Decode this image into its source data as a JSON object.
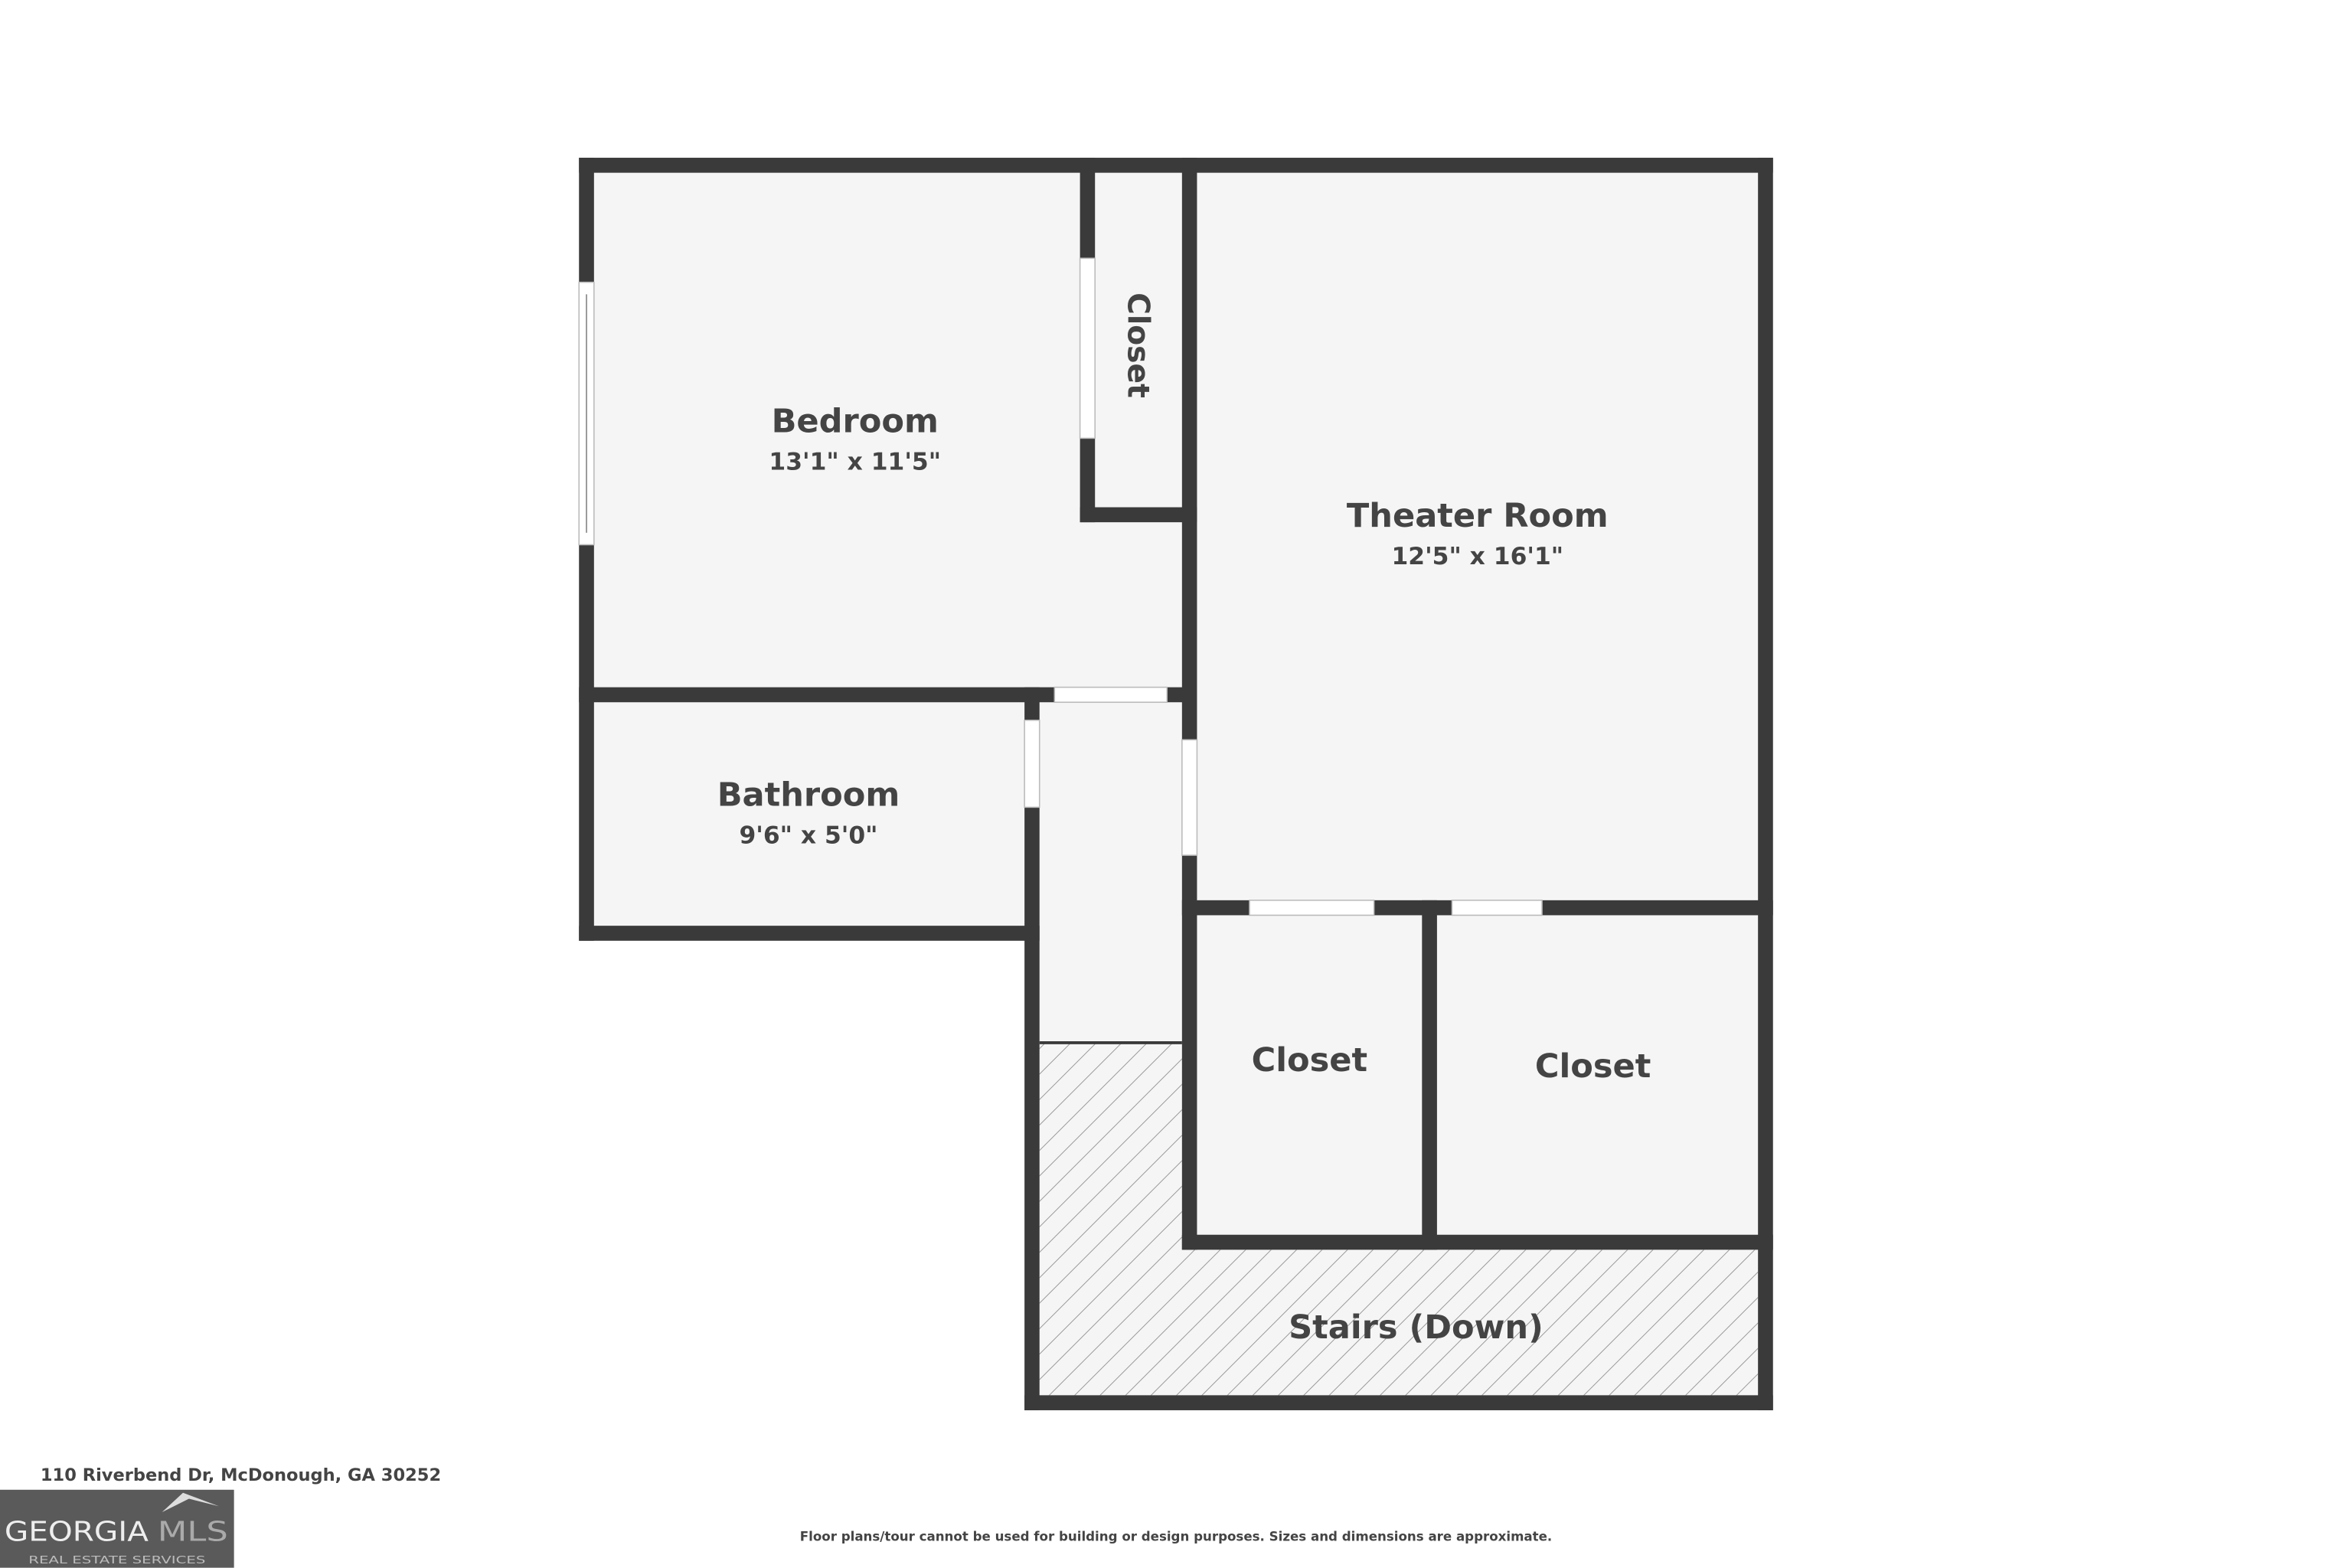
{
  "rooms": {
    "bedroom": {
      "name": "Bedroom",
      "dims": "13'1\" x 11'5\""
    },
    "closet_top": {
      "name": "Closet"
    },
    "theater": {
      "name": "Theater Room",
      "dims": "12'5\" x 16'1\""
    },
    "bathroom": {
      "name": "Bathroom",
      "dims": "9'6\" x 5'0\""
    },
    "closet_left": {
      "name": "Closet"
    },
    "closet_right": {
      "name": "Closet"
    },
    "stairs": {
      "name": "Stairs (Down)"
    }
  },
  "footer": {
    "address": "110 Riverbend Dr, McDonough, GA 30252",
    "disclaimer": "Floor plans/tour cannot be used for building or design purposes. Sizes and dimensions are approximate.",
    "logo_main": "GEORGIA",
    "logo_accent": "MLS",
    "logo_sub": "REAL ESTATE SERVICES"
  },
  "colors": {
    "wall": "#3a3a3a",
    "floor": "#f5f5f5",
    "logo_bg": "#5a5a5a"
  }
}
